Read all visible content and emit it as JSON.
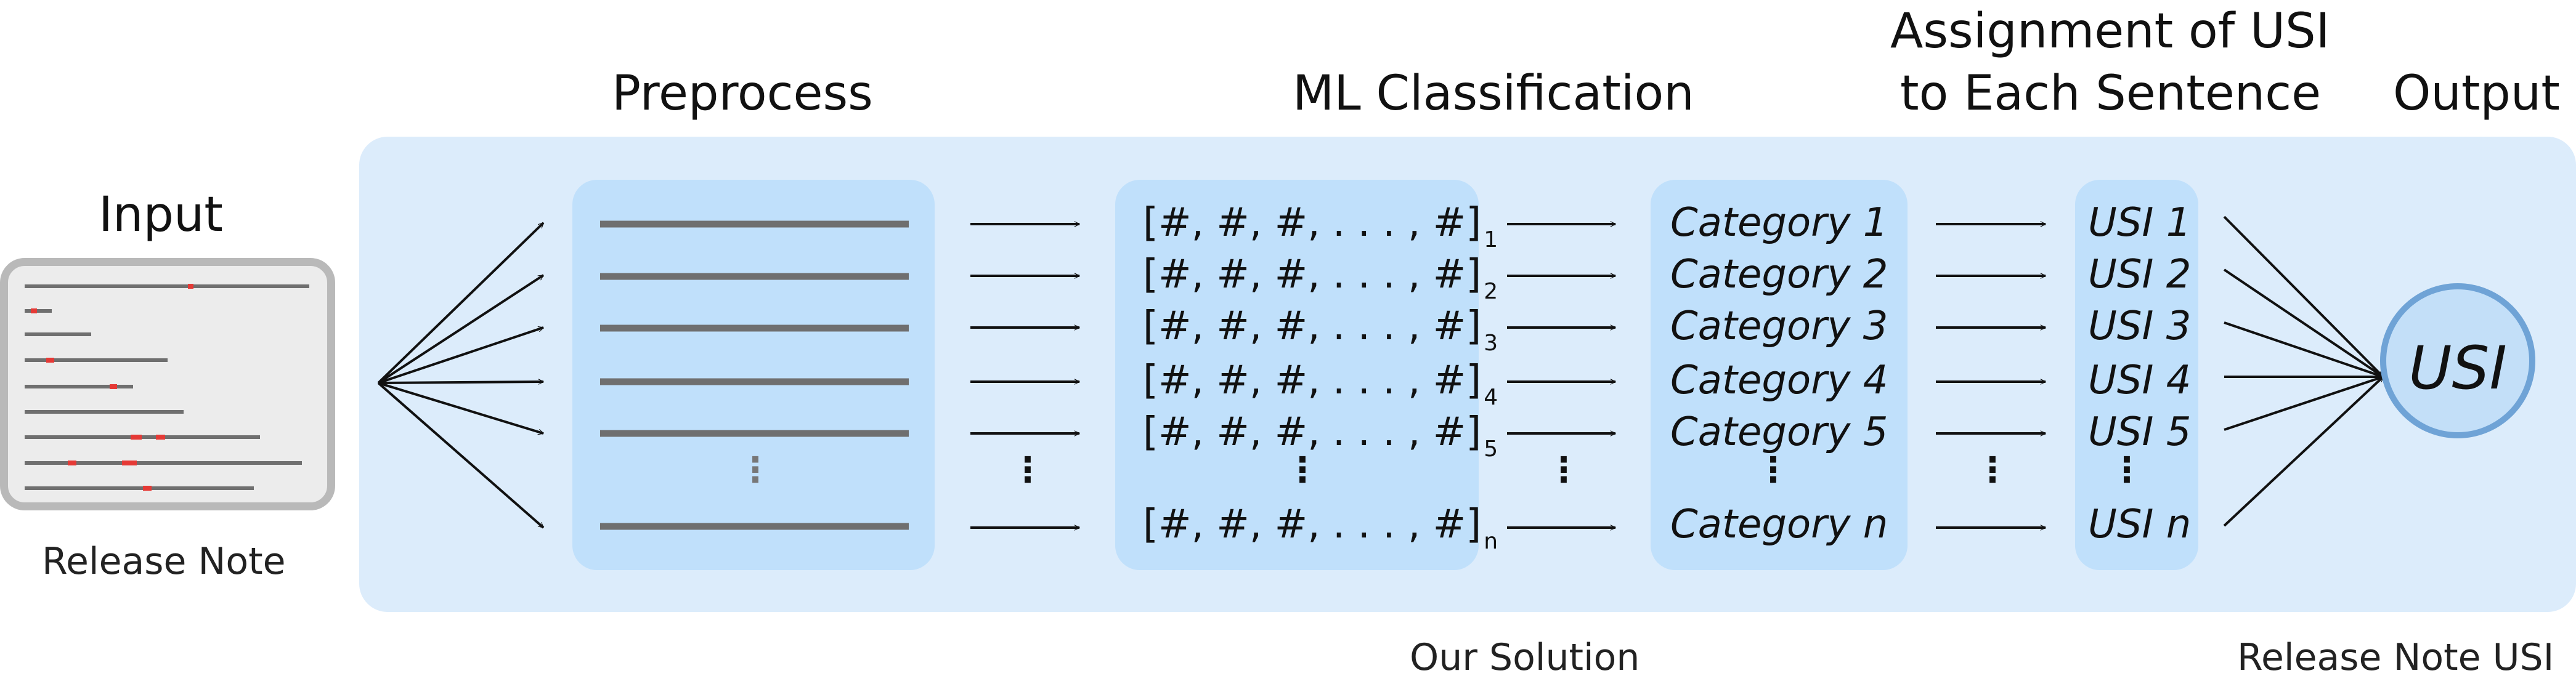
{
  "headers": {
    "input": "Input",
    "preprocess": "Preprocess",
    "ml_classification": "ML Classification",
    "assignment_line1": "Assignment of USI",
    "assignment_line2": "to Each Sentence",
    "output": "Output"
  },
  "captions": {
    "release_note": "Release Note",
    "our_solution": "Our Solution",
    "release_note_usi": "Release Note USI"
  },
  "vectors": {
    "text": "[#, #, #, . . . , #]",
    "subscripts": [
      "1",
      "2",
      "3",
      "4",
      "5",
      "n"
    ]
  },
  "categories": [
    "Category 1",
    "Category 2",
    "Category 3",
    "Category 4",
    "Category 5",
    "Category n"
  ],
  "usi_items": [
    "USI 1",
    "USI 2",
    "USI 3",
    "USI 4",
    "USI 5",
    "USI n"
  ],
  "output_circle": "USI",
  "ellipsis": "⋮",
  "colors": {
    "solution_bg": "#dcecfb",
    "box_bg": "#c0e0fb",
    "circle_fill": "#c3dff8",
    "circle_stroke": "#6fa3d6",
    "doc_bg": "#ececec",
    "doc_border": "#b9b9b9",
    "line_gray": "#6f6f6f",
    "highlight_red": "#e53935"
  }
}
